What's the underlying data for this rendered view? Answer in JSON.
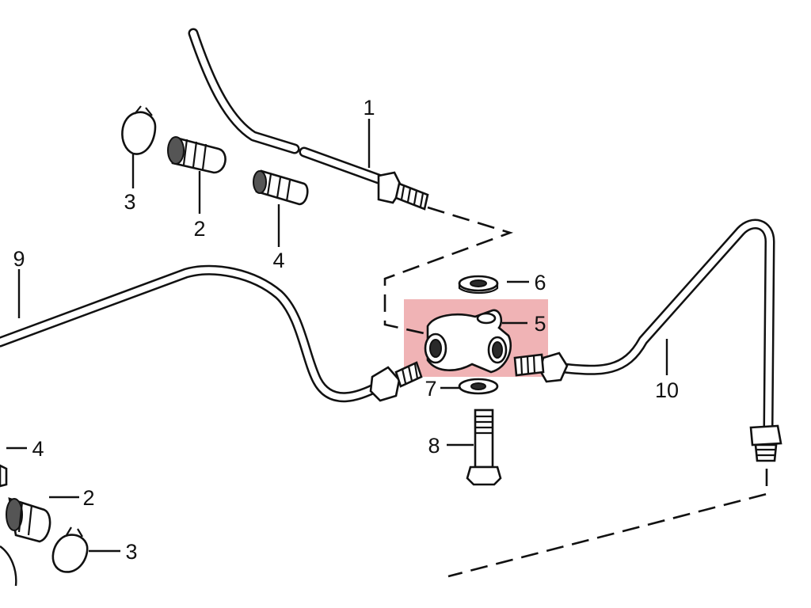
{
  "diagram": {
    "highlight_color": "#e88a8e",
    "callouts": [
      {
        "id": "c1",
        "text": "1"
      },
      {
        "id": "c2a",
        "text": "2"
      },
      {
        "id": "c3a",
        "text": "3"
      },
      {
        "id": "c4a",
        "text": "4"
      },
      {
        "id": "c5",
        "text": "5"
      },
      {
        "id": "c6",
        "text": "6"
      },
      {
        "id": "c7",
        "text": "7"
      },
      {
        "id": "c8",
        "text": "8"
      },
      {
        "id": "c9",
        "text": "9"
      },
      {
        "id": "c10",
        "text": "10"
      },
      {
        "id": "c4b",
        "text": "4"
      },
      {
        "id": "c2b",
        "text": "2"
      },
      {
        "id": "c3b",
        "text": "3"
      }
    ]
  }
}
